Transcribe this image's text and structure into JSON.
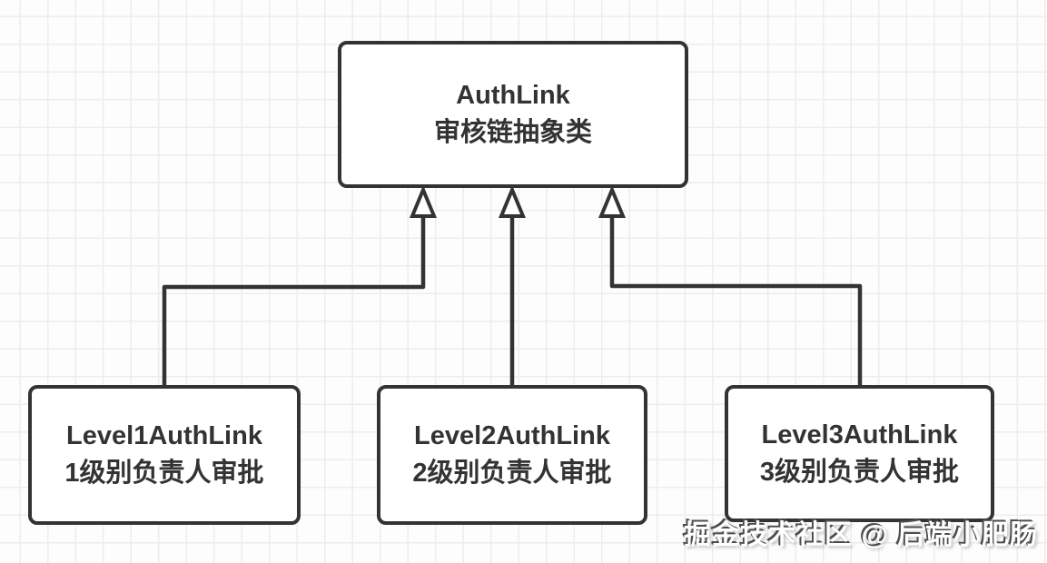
{
  "diagram": {
    "parent": {
      "name": "AuthLink",
      "description": "审核链抽象类"
    },
    "children": [
      {
        "name": "Level1AuthLink",
        "description": "1级别负责人审批"
      },
      {
        "name": "Level2AuthLink",
        "description": "2级别负责人审批"
      },
      {
        "name": "Level3AuthLink",
        "description": "3级别负责人审批"
      }
    ],
    "relation": "inheritance"
  },
  "watermark": {
    "text": "掘金技术社区 @ 后端小肥肠"
  },
  "colors": {
    "stroke": "#333333",
    "box_fill": "#ffffff",
    "background": "#fdfdfd",
    "grid_line": "#ededed",
    "watermark_fill": "#ffffff",
    "watermark_shadow": "#4d4d4d"
  }
}
